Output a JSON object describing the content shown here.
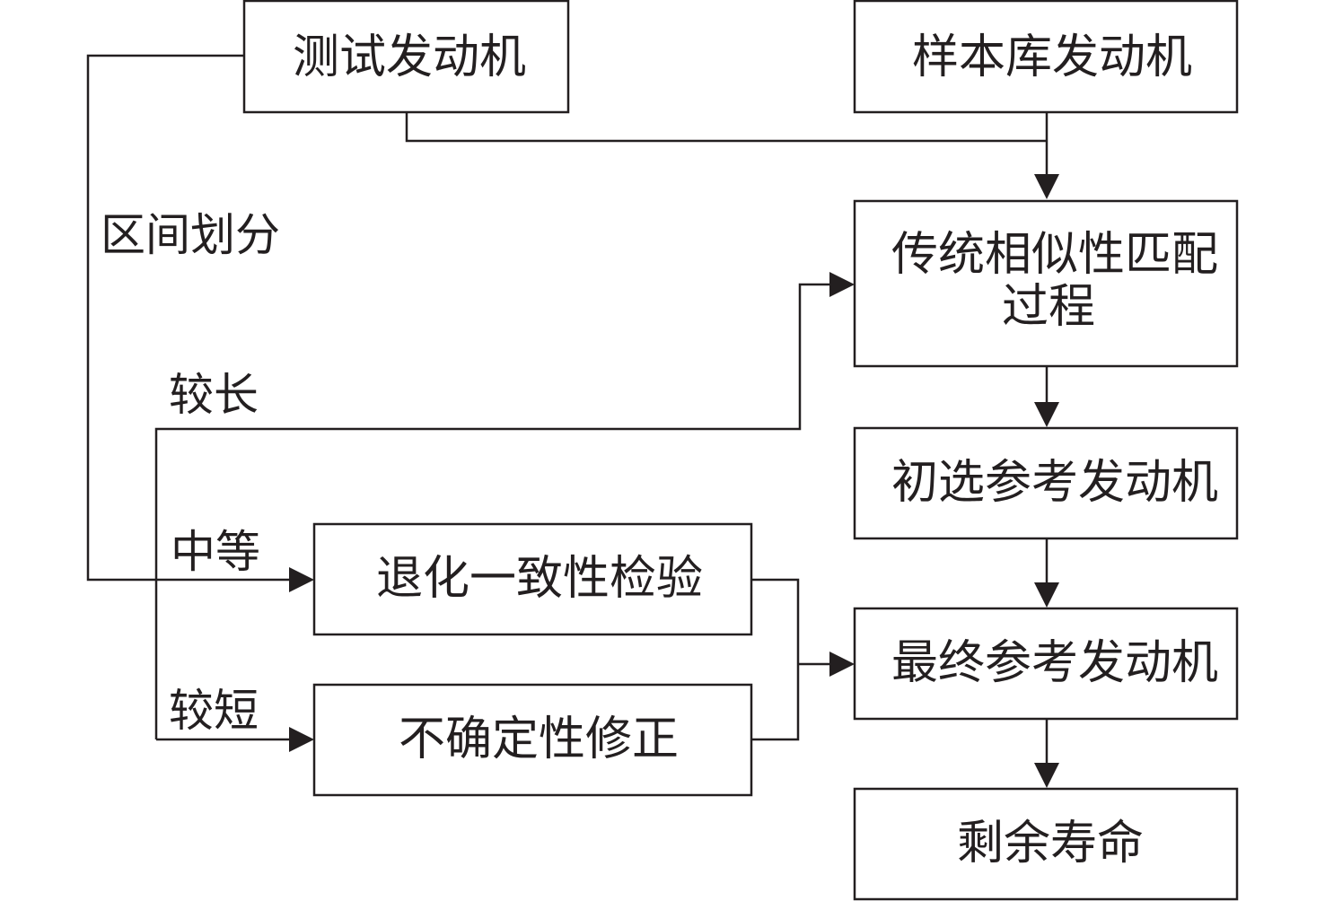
{
  "nodes": {
    "test_engine": "测试发动机",
    "sample_library_engine": "样本库发动机",
    "traditional_matching_line1": "传统相似性匹配",
    "traditional_matching_line2": "过程",
    "initial_reference_engine": "初选参考发动机",
    "final_reference_engine": "最终参考发动机",
    "degradation_consistency_test": "退化一致性检验",
    "uncertainty_correction": "不确定性修正",
    "remaining_life": "剩余寿命"
  },
  "edge_labels": {
    "interval_division": "区间划分",
    "longer": "较长",
    "medium": "中等",
    "shorter": "较短"
  },
  "colors": {
    "stroke": "#231f20",
    "background": "#ffffff"
  }
}
